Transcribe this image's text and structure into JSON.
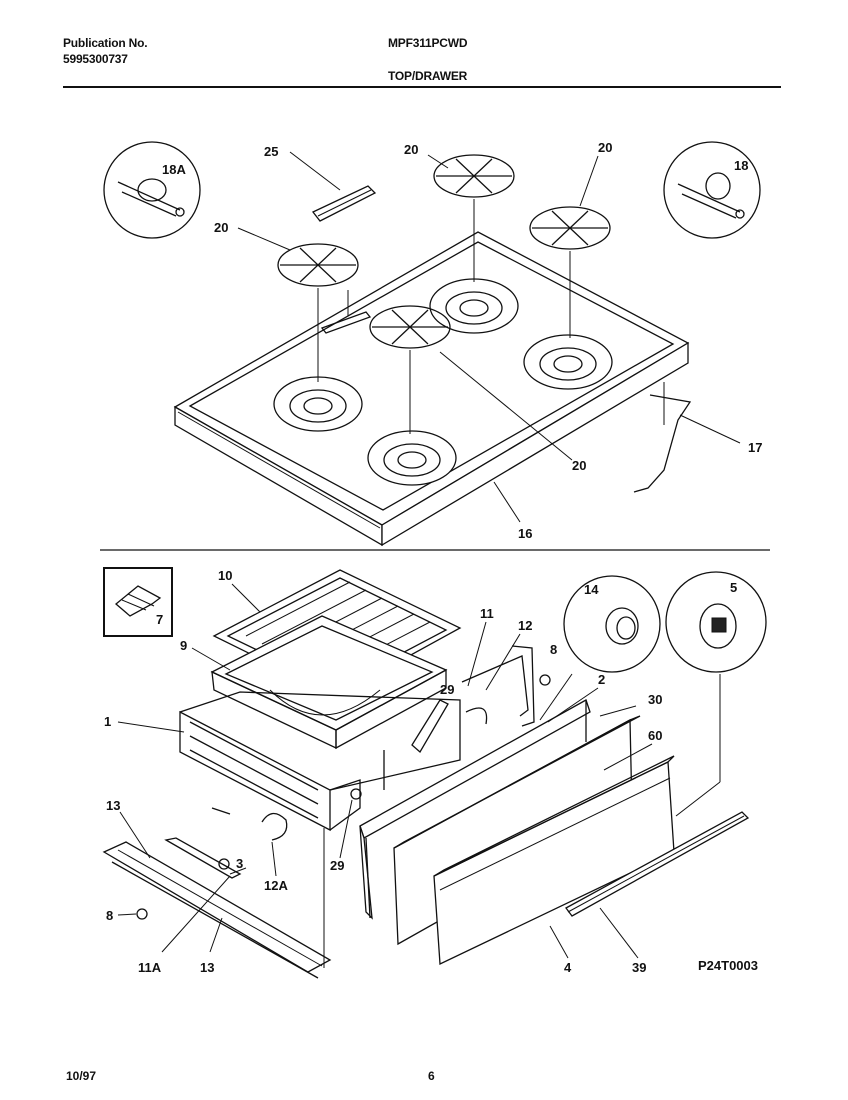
{
  "header": {
    "publication_label": "Publication No.",
    "publication_number": "5995300737",
    "model": "MPF311PCWD",
    "section": "TOP/DRAWER"
  },
  "footer": {
    "date": "10/97",
    "page": "6"
  },
  "diagram": {
    "figure_code": "P24T0003",
    "callouts": {
      "c18A": "18A",
      "c25": "25",
      "c20a": "20",
      "c20b": "20",
      "c20c": "20",
      "c20d": "20",
      "c18": "18",
      "c17": "17",
      "c16": "16",
      "c7": "7",
      "c10": "10",
      "c9": "9",
      "c11": "11",
      "c12": "12",
      "c14": "14",
      "c5": "5",
      "c8a": "8",
      "c29a": "29",
      "c2": "2",
      "c30": "30",
      "c60": "60",
      "c1": "1",
      "c13a": "13",
      "c13b": "13",
      "c3": "3",
      "c12A": "12A",
      "c29b": "29",
      "c8b": "8",
      "c11A": "11A",
      "c4": "4",
      "c39": "39"
    }
  }
}
